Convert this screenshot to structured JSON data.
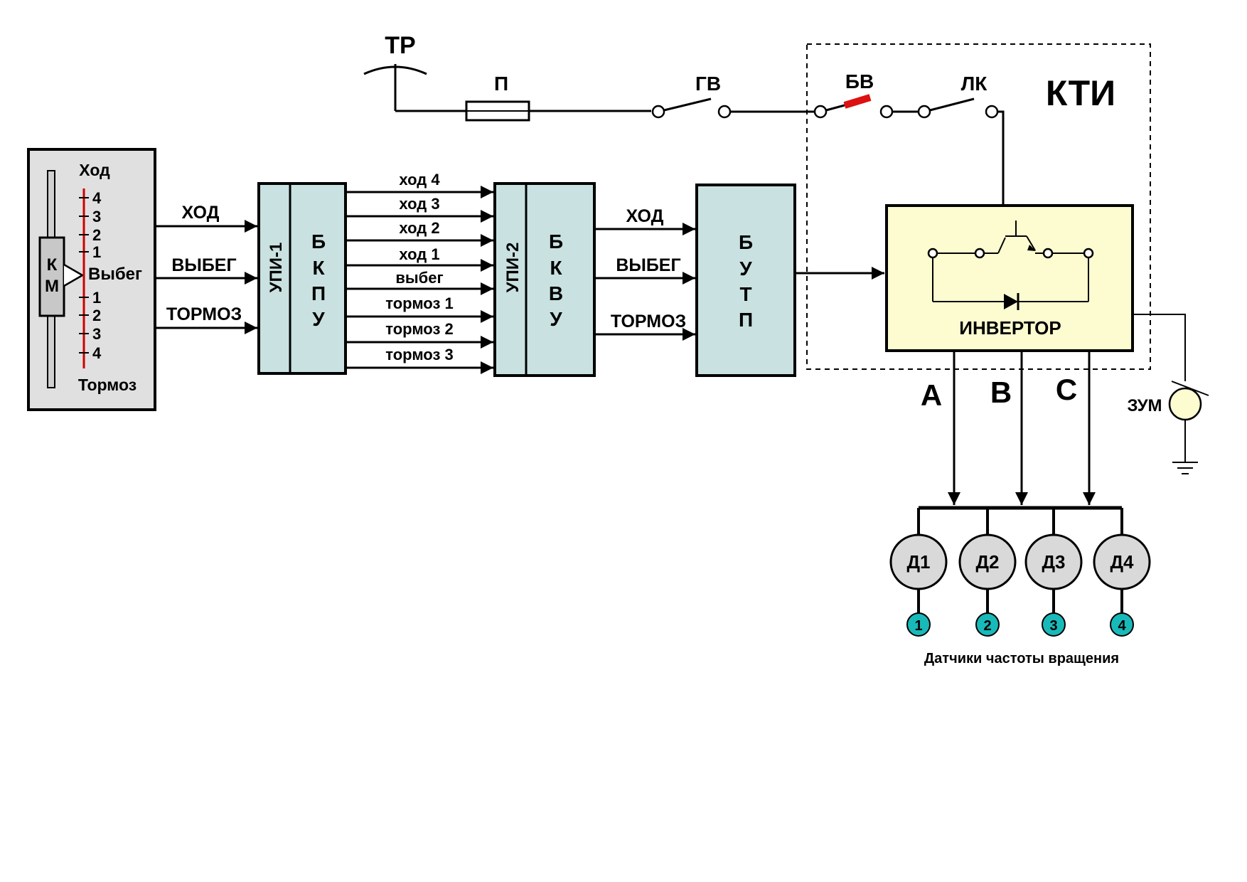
{
  "supply": {
    "pantograph": "ТР",
    "fuse": "П",
    "main_switch": "ГВ",
    "fast_breaker": "БВ",
    "line_contactor": "ЛК",
    "kti": "КТИ"
  },
  "controller": {
    "top_label": "Ход",
    "bottom_label": "Тормоз",
    "mid_label": "Выбег",
    "handle_letters": [
      "К",
      "М"
    ],
    "drive_ticks": [
      "4",
      "3",
      "2",
      "1"
    ],
    "brake_ticks": [
      "1",
      "2",
      "3",
      "4"
    ]
  },
  "km_outputs": [
    "ХОД",
    "ВЫБЕГ",
    "ТОРМОЗ"
  ],
  "block_upi1": "УПИ-1",
  "block_bkpu": [
    "Б",
    "К",
    "П",
    "У"
  ],
  "bus_lines": [
    "ход 4",
    "ход 3",
    "ход 2",
    "ход 1",
    "выбег",
    "тормоз 1",
    "тормоз 2",
    "тормоз 3"
  ],
  "block_upi2": "УПИ-2",
  "block_bkvu": [
    "Б",
    "К",
    "В",
    "У"
  ],
  "bkvu_outputs": [
    "ХОД",
    "ВЫБЕГ",
    "ТОРМОЗ"
  ],
  "block_butp": [
    "Б",
    "У",
    "Т",
    "П"
  ],
  "inverter": {
    "label": "ИНВЕРТОР"
  },
  "phases": [
    "A",
    "B",
    "C"
  ],
  "zum": "ЗУМ",
  "motors": [
    "Д1",
    "Д2",
    "Д3",
    "Д4"
  ],
  "sensors": [
    "1",
    "2",
    "3",
    "4"
  ],
  "sensors_caption": "Датчики частоты вращения",
  "colors": {
    "block_fill": "#c9e1e1",
    "inverter_fill": "#fdfcd0",
    "scale_line": "#cc0000",
    "sensor_fill": "#19b9b9",
    "breaker_red": "#dd1111"
  }
}
